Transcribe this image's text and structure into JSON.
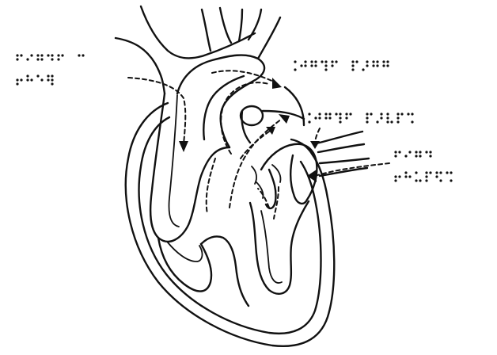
{
  "diagram": {
    "subject": "heart-cross-section",
    "colors": {
      "ink": "#111111",
      "background": "#ffffff"
    },
    "braille_labels": [
      {
        "id": "upper-left",
        "lines": [
          [
            [
              1,
              2,
              4
            ],
            [
              2,
              4
            ],
            [
              1,
              2,
              4,
              5
            ],
            [
              1,
              4,
              5
            ],
            [
              1,
              2,
              4
            ],
            [
              0
            ],
            [
              1,
              4
            ]
          ],
          [
            [
              2,
              3,
              5
            ],
            [
              1,
              2,
              5
            ],
            [
              1,
              5
            ],
            [
              1,
              2,
              4,
              5,
              6
            ]
          ]
        ]
      },
      {
        "id": "upper-right",
        "lines": [
          [
            [
              4,
              6
            ],
            [
              2,
              4,
              5
            ],
            [
              1,
              2,
              4,
              5
            ],
            [
              1,
              4,
              5,
              6
            ],
            [
              1,
              2,
              4
            ],
            [
              0
            ],
            [
              1,
              2,
              3,
              4
            ],
            [
              3,
              4,
              5
            ],
            [
              1,
              2,
              4,
              5
            ],
            [
              1,
              2,
              4,
              5
            ]
          ]
        ]
      },
      {
        "id": "middle-right",
        "lines": [
          [
            [
              4,
              6
            ],
            [
              2,
              4,
              5
            ],
            [
              1,
              2,
              4,
              5
            ],
            [
              1,
              4,
              5,
              6
            ],
            [
              1,
              2,
              4
            ],
            [
              0
            ],
            [
              1,
              2,
              3,
              4
            ],
            [
              3,
              4,
              5
            ],
            [
              1,
              2,
              3,
              6
            ],
            [
              1,
              2,
              3,
              4
            ],
            [
              1,
              4,
              6
            ]
          ]
        ]
      },
      {
        "id": "lower-right",
        "lines": [
          [
            [
              1,
              2,
              4
            ],
            [
              2,
              4
            ],
            [
              1,
              2,
              4,
              5
            ],
            [
              1,
              4,
              5
            ]
          ],
          [
            [
              2,
              3,
              5
            ],
            [
              1,
              2,
              5
            ],
            [
              1,
              3,
              6
            ],
            [
              1,
              2,
              3,
              4
            ],
            [
              1,
              2,
              4,
              6
            ],
            [
              1,
              4,
              6
            ]
          ]
        ]
      }
    ]
  }
}
